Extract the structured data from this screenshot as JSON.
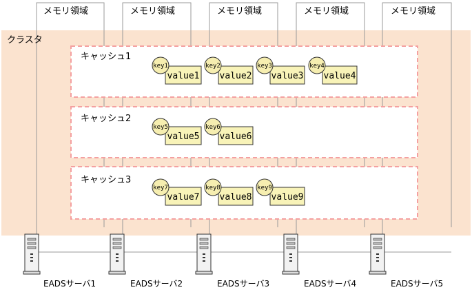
{
  "memory_label": "メモリ領域",
  "memory_regions": [
    "メモリ領域",
    "メモリ領域",
    "メモリ領域",
    "メモリ領域",
    "メモリ領域"
  ],
  "cluster_label": "クラスタ",
  "caches": [
    {
      "label": "キャッシュ1",
      "entries": [
        {
          "key": "key1",
          "value": "value1"
        },
        {
          "key": "key2",
          "value": "value2"
        },
        {
          "key": "key3",
          "value": "value3"
        },
        {
          "key": "key4",
          "value": "value4"
        }
      ]
    },
    {
      "label": "キャッシュ2",
      "entries": [
        {
          "key": "key5",
          "value": "value5"
        },
        {
          "key": "key6",
          "value": "value6"
        }
      ]
    },
    {
      "label": "キャッシュ3",
      "entries": [
        {
          "key": "key7",
          "value": "value7"
        },
        {
          "key": "key8",
          "value": "value8"
        },
        {
          "key": "key9",
          "value": "value9"
        }
      ]
    }
  ],
  "servers": [
    "EADSサーバ1",
    "EADSサーバ2",
    "EADSサーバ3",
    "EADSサーバ4",
    "EADSサーバ5"
  ],
  "colors": {
    "cluster_fill": "#fbe3cf",
    "cache_border": "#f4a0a0",
    "value_fill": "#f8f3b8",
    "key_fill": "#f6eeb0",
    "line": "#9a9a9a"
  }
}
